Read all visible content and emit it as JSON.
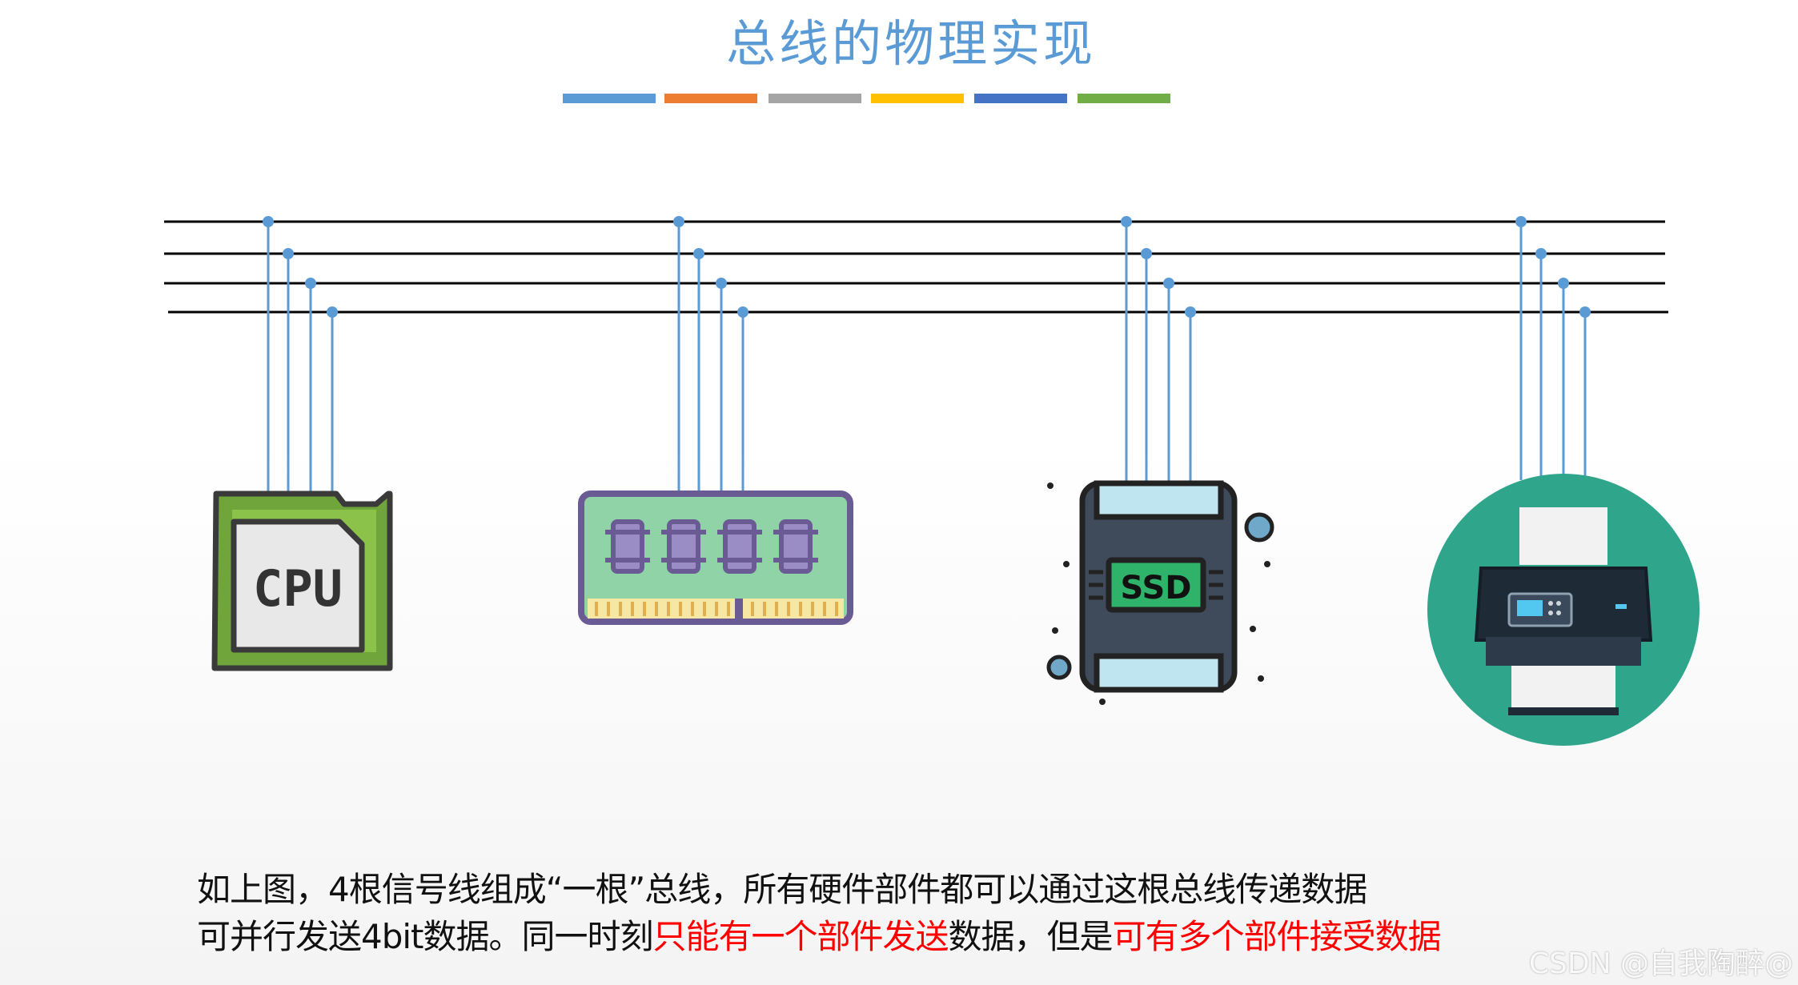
{
  "title": "总线的物理实现",
  "accent_bar_colors": [
    "#5b9bd5",
    "#ed7d31",
    "#a5a5a5",
    "#ffc000",
    "#4472c4",
    "#70ad47"
  ],
  "bus": {
    "line_count": 4,
    "line_color": "#000000",
    "tap_color": "#5b9bd5"
  },
  "devices": [
    {
      "id": "cpu",
      "icon": "cpu-chip-icon",
      "label": "CPU"
    },
    {
      "id": "ram",
      "icon": "ram-module-icon",
      "label": ""
    },
    {
      "id": "ssd",
      "icon": "ssd-drive-icon",
      "label": "SSD"
    },
    {
      "id": "printer",
      "icon": "printer-icon",
      "label": ""
    }
  ],
  "description": {
    "line1": "如上图，4根信号线组成“一根”总线，所有硬件部件都可以通过这根总线传递数据",
    "line2_a": "可并行发送4bit数据。同一时刻",
    "line2_red1": "只能有一个部件发送",
    "line2_b": "数据，但是",
    "line2_red2": "可有多个部件接受数据",
    "highlight_color": "#ff0000"
  },
  "watermark": "CSDN @自我陶醉@"
}
